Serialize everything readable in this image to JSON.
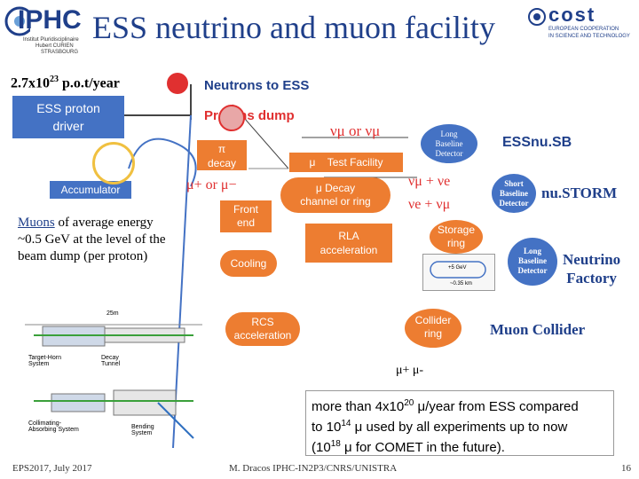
{
  "logos": {
    "iphc": "IPHC",
    "iphc_sub1": "Institut Pluridisciplinaire",
    "iphc_sub2": "Hubert CURIEN",
    "iphc_sub3": "STRASBOURG",
    "cost": "cost",
    "cost_sub1": "EUROPEAN COOPERATION",
    "cost_sub2": "IN SCIENCE AND TECHNOLOGY"
  },
  "title": "ESS neutrino and muon facility",
  "intensity": {
    "prefix": "2.7x10",
    "exp": "23",
    "suffix": " p.o.t/year"
  },
  "neutrons_label": "Neutrons to ESS",
  "ess_proton_driver": {
    "line1": "ESS proton",
    "line2": "driver"
  },
  "protons_dump": "Protons dump",
  "accumulator": "Accumulator",
  "pi_decay": {
    "line1": "π",
    "line2": "decay"
  },
  "mu_test": {
    "mu": "μ",
    "label": "Test Facility"
  },
  "mu_pm": "μ+ or μ−",
  "nu_mu": "νμ or νμ",
  "long_baseline_1": {
    "line1": "Long",
    "line2": "Baseline",
    "line3": "Detector"
  },
  "essnusb": "ESSnu.SB",
  "front_end": {
    "line1": "Front",
    "line2": "end"
  },
  "mu_decay": {
    "line1": "μ   Decay",
    "line2": "channel or ring"
  },
  "nu_combo1": "νμ + νe",
  "nu_combo2": "νe + νμ",
  "short_baseline": {
    "line1": "Short",
    "line2": "Baseline",
    "line3": "Detector"
  },
  "nustorm": "nu.STORM",
  "muons_text": {
    "muons": "Muons",
    "rest1": " of average energy",
    "line2": "~0.5 GeV at the level of the",
    "line3": "beam dump (per proton)"
  },
  "rla": {
    "line1": "RLA",
    "line2": "acceleration"
  },
  "storage_ring": {
    "line1": "Storage",
    "line2": "ring"
  },
  "cooling": "Cooling",
  "long_baseline_2": {
    "line1": "Long",
    "line2": "Baseline",
    "line3": "Detector"
  },
  "neutrino_factory": {
    "line1": "Neutrino",
    "line2": "Factory"
  },
  "inset_labels": {
    "a": "25m",
    "b": "+5 GeV",
    "c": "~0.35 km"
  },
  "rcs": {
    "line1": "RCS",
    "line2": "acceleration"
  },
  "collider_ring": {
    "line1": "Collider",
    "line2": "ring"
  },
  "muon_collider": "Muon Collider",
  "mu_pair": "μ+ μ-",
  "schematic_labels": {
    "target": "Target-Horn System",
    "decay": "Decay Tunnel",
    "collimating": "Collimating-Absorbing System",
    "bending": "Bending System"
  },
  "bottom_text": {
    "l1a": "more than 4x10",
    "l1exp": "20",
    "l1b": " μ/year from ESS compared",
    "l2a": "to 10",
    "l2exp": "14",
    "l2b": " μ used by all experiments up to now",
    "l3a": "(10",
    "l3exp": "18",
    "l3b": " μ for COMET in the future)."
  },
  "footer": {
    "left": "EPS2017, July 2017",
    "center": "M. Dracos IPHC-IN2P3/CNRS/UNISTRA",
    "page": "16"
  },
  "colors": {
    "blue": "#4472c4",
    "orange": "#ed7d31",
    "red": "#e03030",
    "title": "#1f3f8a"
  }
}
